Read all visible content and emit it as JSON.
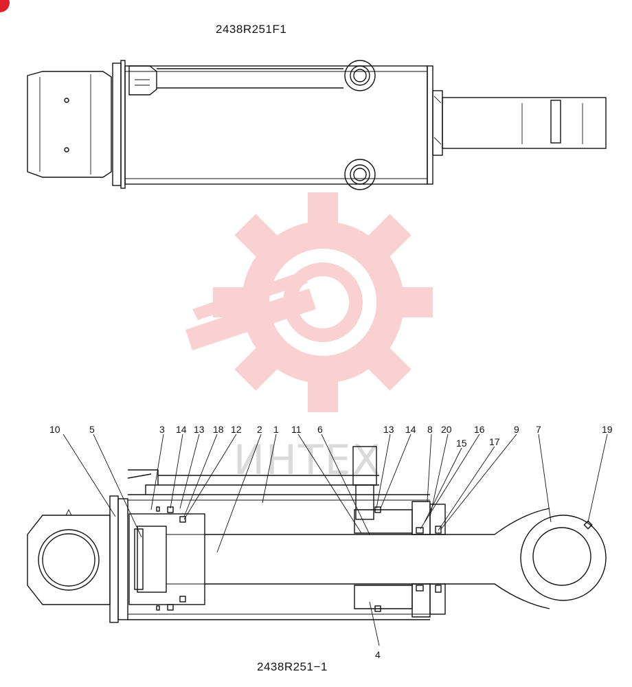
{
  "drawing": {
    "top_view_title": "2438R251F1",
    "section_view_title": "2438R251−1"
  },
  "watermark": {
    "text": "ИНТЕХ",
    "color": "#e8323c"
  },
  "callouts": [
    "10",
    "5",
    "3",
    "14",
    "13",
    "18",
    "12",
    "2",
    "1",
    "11",
    "6",
    "13",
    "14",
    "8",
    "20",
    "16",
    "15",
    "17",
    "9",
    "7",
    "19",
    "4"
  ],
  "colors": {
    "line": "#111111",
    "background": "#ffffff",
    "corner_mark": "#e0202a"
  }
}
